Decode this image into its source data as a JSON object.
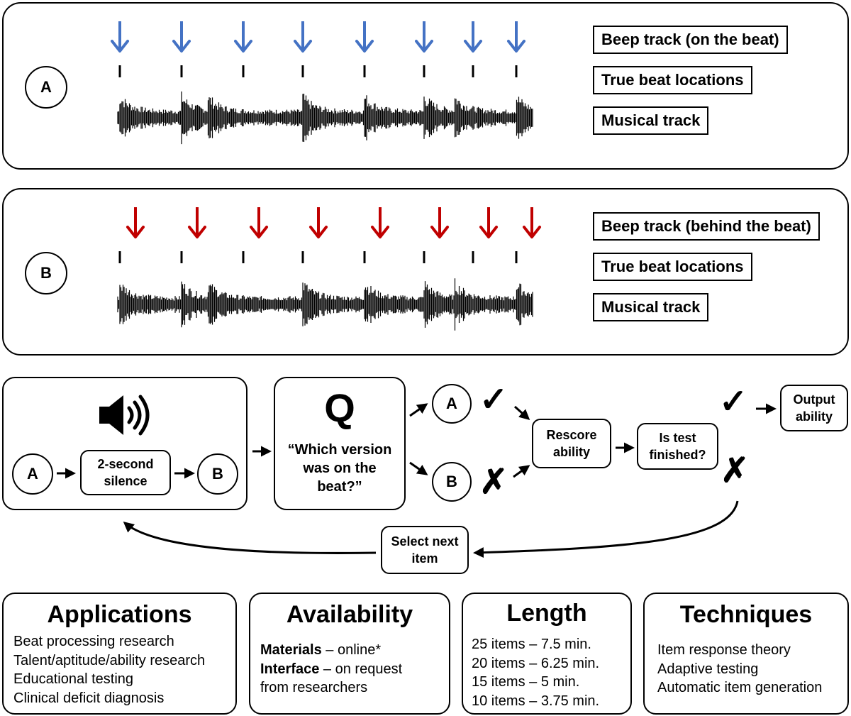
{
  "panel_a": {
    "circle_label": "A",
    "labels": [
      "Beep track (on the beat)",
      "True beat locations",
      "Musical track"
    ],
    "arrow_color": "#4472C4"
  },
  "panel_b": {
    "circle_label": "B",
    "labels": [
      "Beep track (behind the beat)",
      "True beat locations",
      "Musical track"
    ],
    "arrow_color": "#C00000"
  },
  "flow": {
    "play_a": "A",
    "silence": "2-second silence",
    "play_b": "B",
    "q_letter": "Q",
    "question": "“Which version was on the beat?”",
    "choice_a": "A",
    "choice_b": "B",
    "check_mark": "✓",
    "cross_mark": "✗",
    "rescore": "Rescore ability",
    "finished": "Is test finished?",
    "output": "Output ability",
    "next_item": "Select next item"
  },
  "info": {
    "applications": {
      "title": "Applications",
      "lines": [
        "Beat processing research",
        "Talent/aptitude/ability research",
        "Educational testing",
        "Clinical deficit diagnosis"
      ]
    },
    "availability": {
      "title": "Availability",
      "materials_bold": "Materials",
      "materials_rest": " – online*",
      "interface_bold": "Interface",
      "interface_rest": " – on request",
      "line3": "from researchers"
    },
    "length": {
      "title": "Length",
      "lines": [
        "25 items – 7.5 min.",
        "20 items – 6.25 min.",
        "15 items – 5 min.",
        "10 items – 3.75 min."
      ]
    },
    "techniques": {
      "title": "Techniques",
      "lines": [
        "Item response theory",
        "Adaptive testing",
        "Automatic item generation"
      ]
    }
  }
}
